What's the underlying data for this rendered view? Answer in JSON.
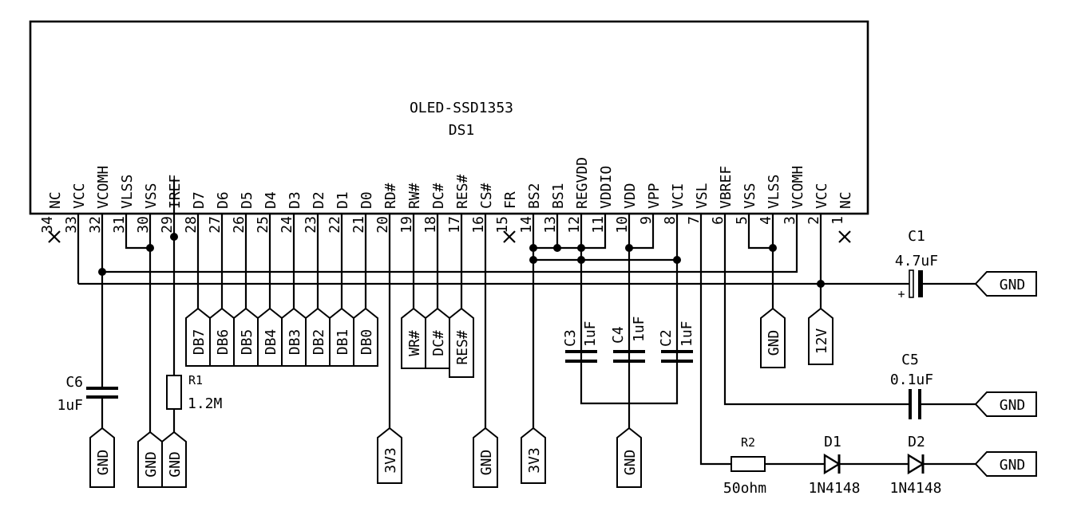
{
  "component": {
    "part": "OLED-SSD1353",
    "ref": "DS1",
    "pins": [
      {
        "num": "34",
        "name": "NC",
        "nc": true
      },
      {
        "num": "33",
        "name": "VCC"
      },
      {
        "num": "32",
        "name": "VCOMH"
      },
      {
        "num": "31",
        "name": "VLSS"
      },
      {
        "num": "30",
        "name": "VSS"
      },
      {
        "num": "29",
        "name": "IREF"
      },
      {
        "num": "28",
        "name": "D7"
      },
      {
        "num": "27",
        "name": "D6"
      },
      {
        "num": "26",
        "name": "D5"
      },
      {
        "num": "25",
        "name": "D4"
      },
      {
        "num": "24",
        "name": "D3"
      },
      {
        "num": "23",
        "name": "D2"
      },
      {
        "num": "22",
        "name": "D1"
      },
      {
        "num": "21",
        "name": "D0"
      },
      {
        "num": "20",
        "name": "RD#"
      },
      {
        "num": "19",
        "name": "RW#"
      },
      {
        "num": "18",
        "name": "DC#"
      },
      {
        "num": "17",
        "name": "RES#"
      },
      {
        "num": "16",
        "name": "CS#"
      },
      {
        "num": "15",
        "name": "FR",
        "nc": true
      },
      {
        "num": "14",
        "name": "BS2"
      },
      {
        "num": "13",
        "name": "BS1"
      },
      {
        "num": "12",
        "name": "REGVDD"
      },
      {
        "num": "11",
        "name": "VDDIO"
      },
      {
        "num": "10",
        "name": "VDD"
      },
      {
        "num": "9",
        "name": "VPP"
      },
      {
        "num": "8",
        "name": "VCI"
      },
      {
        "num": "7",
        "name": "VSL"
      },
      {
        "num": "6",
        "name": "VBREF"
      },
      {
        "num": "5",
        "name": "VSS"
      },
      {
        "num": "4",
        "name": "VLSS"
      },
      {
        "num": "3",
        "name": "VCOMH"
      },
      {
        "num": "2",
        "name": "VCC"
      },
      {
        "num": "1",
        "name": "NC",
        "nc": true
      }
    ]
  },
  "data_labels": [
    "DB7",
    "DB6",
    "DB5",
    "DB4",
    "DB3",
    "DB2",
    "DB1",
    "DB0"
  ],
  "control_labels": [
    "WR#",
    "DC#",
    "RES#"
  ],
  "net_labels": {
    "gnd": "GND",
    "v33": "3V3",
    "v12": "12V"
  },
  "parts": {
    "C1": {
      "ref": "C1",
      "value": "4.7uF",
      "polarity": "+"
    },
    "C2": {
      "ref": "C2",
      "value": "1uF"
    },
    "C3": {
      "ref": "C3",
      "value": "1uF"
    },
    "C4": {
      "ref": "C4",
      "value": "1uF"
    },
    "C5": {
      "ref": "C5",
      "value": "0.1uF"
    },
    "C6": {
      "ref": "C6",
      "value": "1uF"
    },
    "R1": {
      "ref": "R1",
      "value": "1.2M"
    },
    "R2": {
      "ref": "R2",
      "value": "50ohm"
    },
    "D1": {
      "ref": "D1",
      "value": "1N4148"
    },
    "D2": {
      "ref": "D2",
      "value": "1N4148"
    }
  }
}
